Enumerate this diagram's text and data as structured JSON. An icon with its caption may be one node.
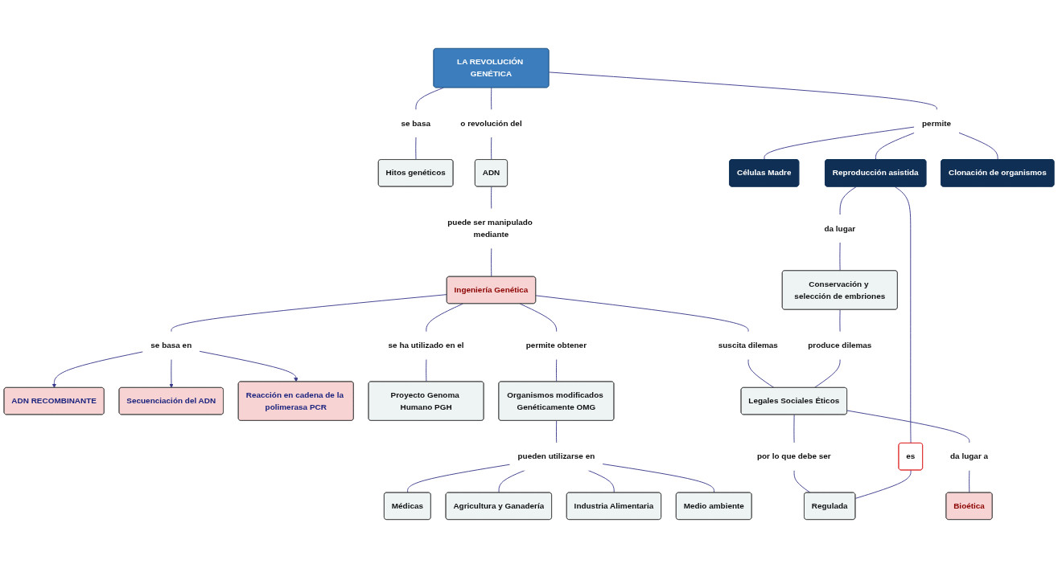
{
  "diagram": {
    "nodes": [
      {
        "text": [
          "LA REVOLUCIÓN GENÉTICA"
        ]
      },
      {
        "text": [
          "se basa"
        ]
      },
      {
        "text": [
          "o revolución del"
        ]
      },
      {
        "text": [
          "permite"
        ]
      },
      {
        "text": [
          "Hitos genéticos"
        ]
      },
      {
        "text": [
          "ADN"
        ]
      },
      {
        "text": [
          "Células Madre"
        ]
      },
      {
        "text": [
          "Reproducción asistida"
        ]
      },
      {
        "text": [
          "Clonación de organismos"
        ]
      },
      {
        "text": [
          "puede ser manipulado mediante"
        ]
      },
      {
        "text": [
          "Ingeniería Genética"
        ]
      },
      {
        "text": [
          "da lugar"
        ]
      },
      {
        "text": [
          "Conservación y selección de embriones"
        ]
      },
      {
        "text": [
          "es"
        ]
      },
      {
        "text": [
          "suscita dilemas"
        ]
      },
      {
        "text": [
          "se basa en"
        ]
      },
      {
        "text": [
          "se ha utilizado en el"
        ]
      },
      {
        "text": [
          "permite obtener"
        ]
      },
      {
        "text": [
          "produce dilemas"
        ]
      },
      {
        "text": [
          "ADN RECOMBINANTE"
        ]
      },
      {
        "text": [
          "Secuenciación del ADN"
        ]
      },
      {
        "text": [
          "Reacción en cadena de la polimerasa PCR"
        ]
      },
      {
        "text": [
          "Proyecto Genoma Humano PGH"
        ]
      },
      {
        "text": [
          "Legales Sociales Éticos"
        ]
      },
      {
        "text": [
          "por lo que debe ser"
        ]
      },
      {
        "text": [
          "Regulada"
        ]
      },
      {
        "text": [
          "Organismos modificados Genéticamente OMG"
        ]
      },
      {
        "text": [
          "da lugar a"
        ]
      },
      {
        "text": [
          "Bioética"
        ]
      },
      {
        "text": [
          "pueden utilizarse en"
        ]
      },
      {
        "text": [
          "Médicas"
        ]
      },
      {
        "text": [
          "Agricultura y Ganadería"
        ]
      },
      {
        "text": [
          "Industria Alimentaria"
        ]
      },
      {
        "text": [
          "Medio ambiente"
        ]
      }
    ],
    "edges": [
      {
        "from": 0,
        "to": 1,
        "arrow": "none"
      },
      {
        "from": 1,
        "to": 4,
        "arrow": "none"
      },
      {
        "from": 0,
        "to": 2,
        "arrow": "none"
      },
      {
        "from": 2,
        "to": 5,
        "arrow": "none"
      },
      {
        "from": 0,
        "to": 3,
        "arrow": "none"
      },
      {
        "from": 3,
        "to": 6,
        "arrow": "none"
      },
      {
        "from": 3,
        "to": 7,
        "arrow": "none"
      },
      {
        "from": 3,
        "to": 8,
        "arrow": "none"
      },
      {
        "from": 5,
        "to": 9,
        "arrow": "none"
      },
      {
        "from": 9,
        "to": 10,
        "arrow": "none"
      },
      {
        "from": 10,
        "to": 15,
        "arrow": "none"
      },
      {
        "from": 15,
        "to": 19,
        "arrow": "to"
      },
      {
        "from": 15,
        "to": 20,
        "arrow": "to"
      },
      {
        "from": 15,
        "to": 21,
        "arrow": "to"
      },
      {
        "from": 10,
        "to": 16,
        "arrow": "none"
      },
      {
        "from": 16,
        "to": 22,
        "arrow": "none"
      },
      {
        "from": 10,
        "to": 17,
        "arrow": "none"
      },
      {
        "from": 17,
        "to": 26,
        "arrow": "none"
      },
      {
        "from": 26,
        "to": 29,
        "arrow": "none"
      },
      {
        "from": 29,
        "to": 30,
        "arrow": "none"
      },
      {
        "from": 29,
        "to": 31,
        "arrow": "none"
      },
      {
        "from": 29,
        "to": 32,
        "arrow": "none"
      },
      {
        "from": 29,
        "to": 33,
        "arrow": "none"
      },
      {
        "from": 10,
        "to": 14,
        "arrow": "none"
      },
      {
        "from": 14,
        "to": 23,
        "arrow": "none"
      },
      {
        "from": 7,
        "to": 11,
        "arrow": "none"
      },
      {
        "from": 11,
        "to": 12,
        "arrow": "none"
      },
      {
        "from": 12,
        "to": 18,
        "arrow": "none"
      },
      {
        "from": 18,
        "to": 23,
        "arrow": "none"
      },
      {
        "from": 23,
        "to": 24,
        "arrow": "none"
      },
      {
        "from": 24,
        "to": 25,
        "arrow": "none"
      },
      {
        "from": 7,
        "to": 13,
        "arrow": "none"
      },
      {
        "from": 13,
        "to": 25,
        "arrow": "none"
      },
      {
        "from": 23,
        "to": 27,
        "arrow": "none"
      },
      {
        "from": 27,
        "to": 28,
        "arrow": "none"
      }
    ]
  }
}
